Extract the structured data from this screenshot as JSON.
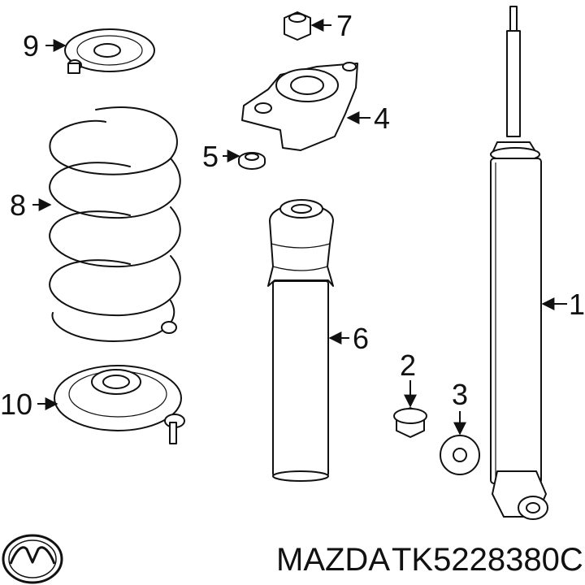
{
  "callouts": {
    "c1": "1",
    "c2": "2",
    "c3": "3",
    "c4": "4",
    "c5": "5",
    "c6": "6",
    "c7": "7",
    "c8": "8",
    "c9": "9",
    "c10": "10"
  },
  "footer": {
    "brand": "MAZDA",
    "part_number": "TK5228380C"
  },
  "logo_icon": "mazda-logo-icon"
}
